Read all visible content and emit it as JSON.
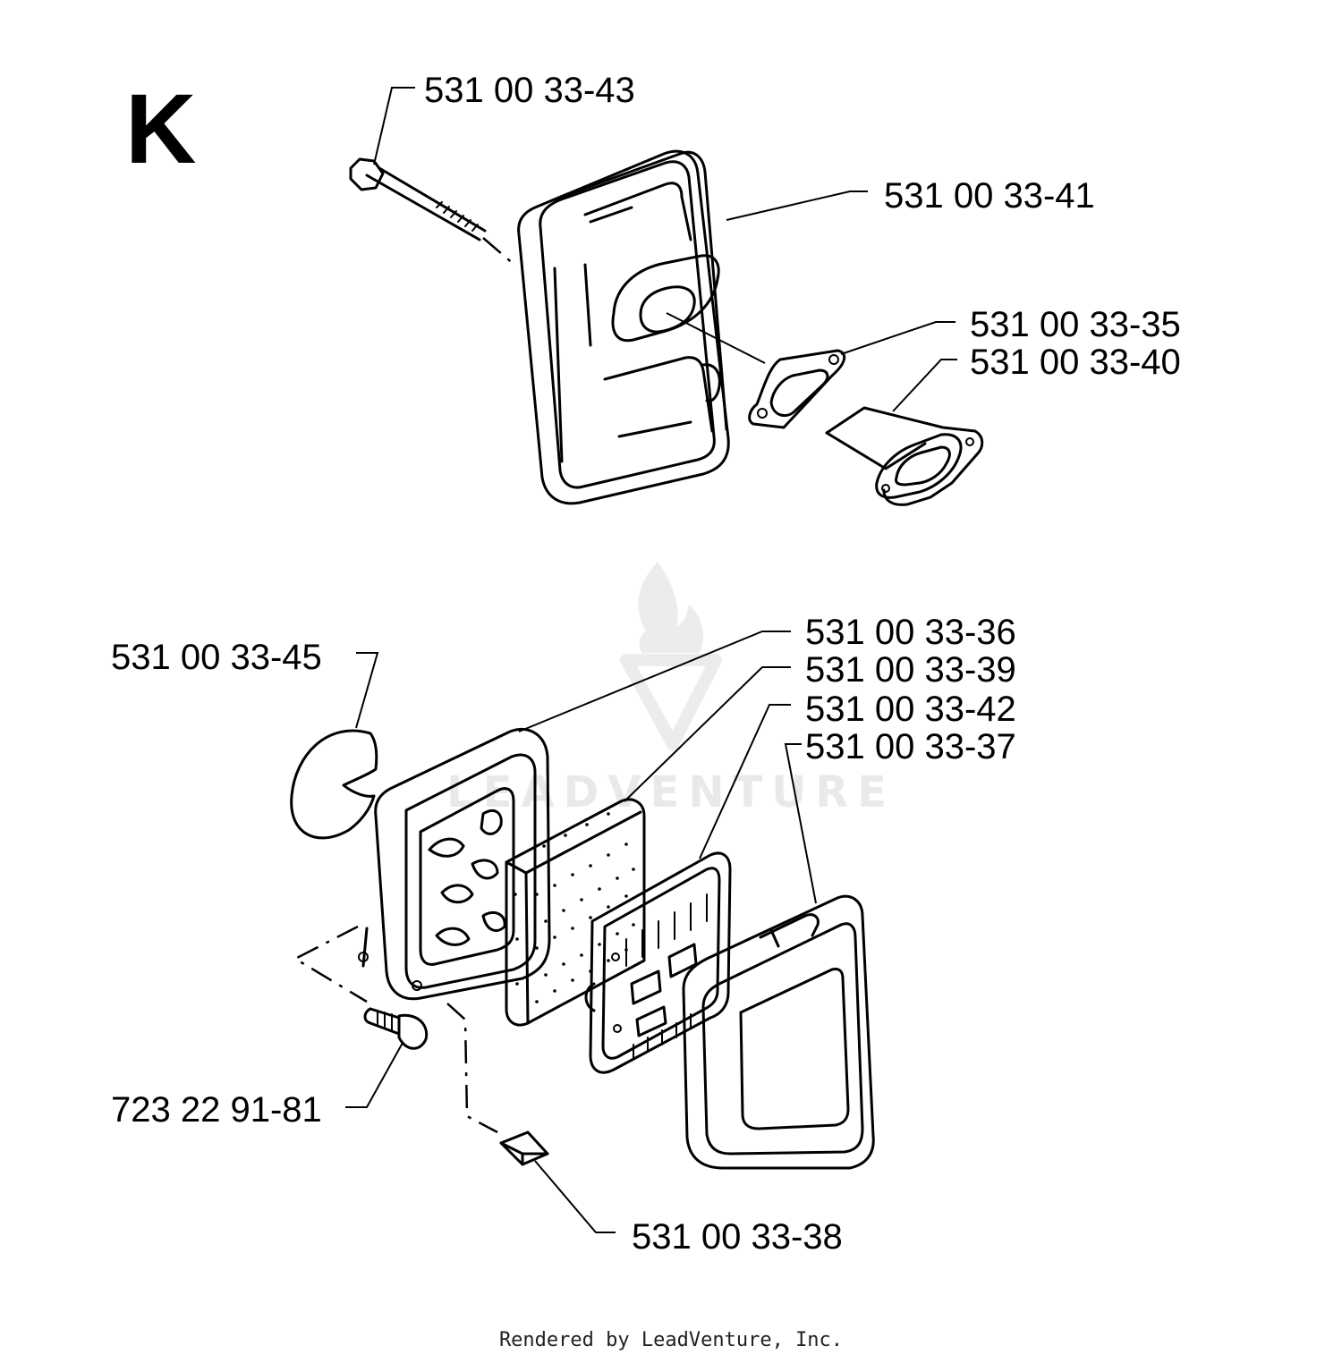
{
  "section_letter": "K",
  "labels": {
    "p_531_00_33_43": "531 00 33-43",
    "p_531_00_33_41": "531 00 33-41",
    "p_531_00_33_35": "531 00 33-35",
    "p_531_00_33_40": "531 00 33-40",
    "p_531_00_33_36": "531 00 33-36",
    "p_531_00_33_39": "531 00 33-39",
    "p_531_00_33_42": "531 00 33-42",
    "p_531_00_33_37": "531 00 33-37",
    "p_531_00_33_45": "531 00 33-45",
    "p_723_22_91_81": "723 22 91-81",
    "p_531_00_33_38": "531 00 33-38"
  },
  "watermark": {
    "text": "LEADVENTURE",
    "icon": "flame-v-logo-icon"
  },
  "footer": "Rendered by LeadVenture, Inc."
}
